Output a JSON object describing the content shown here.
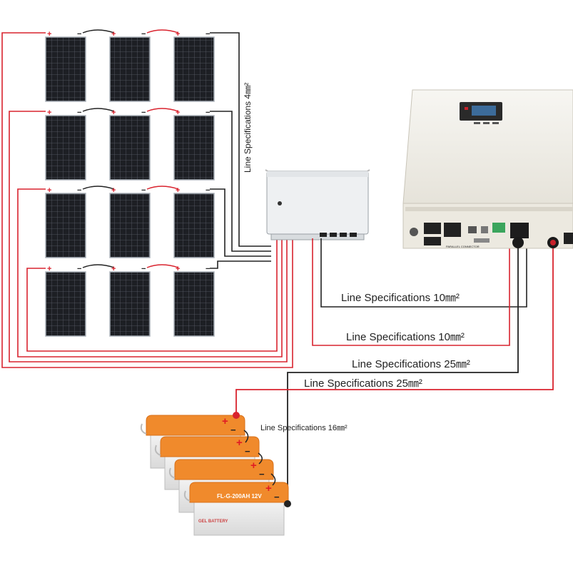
{
  "labels": {
    "pv_string": "Line Specifications 4㎜²",
    "cable_a": "Line Specifications 10㎜²",
    "cable_b": "Line Specifications 10㎜²",
    "cable_c": "Line Specifications 25㎜²",
    "cable_d": "Line Specifications 25㎜²",
    "battery_link": "Line Specifications 16㎜²"
  },
  "battery": {
    "model": "FL-G-200AH 12V",
    "type": "GEL BATTERY"
  },
  "inverter": {
    "port_label": "PARALLEL CONNECTOR"
  },
  "panels": {
    "rows": 4,
    "cols": 3
  },
  "polarity": {
    "positive": "+",
    "negative": "−"
  },
  "colors": {
    "positive_wire": "#d9232e",
    "negative_wire": "#222222",
    "battery_lid": "#f08a2c",
    "panel_cell": "#1b1d22",
    "inverter_body": "#f1efe8"
  }
}
